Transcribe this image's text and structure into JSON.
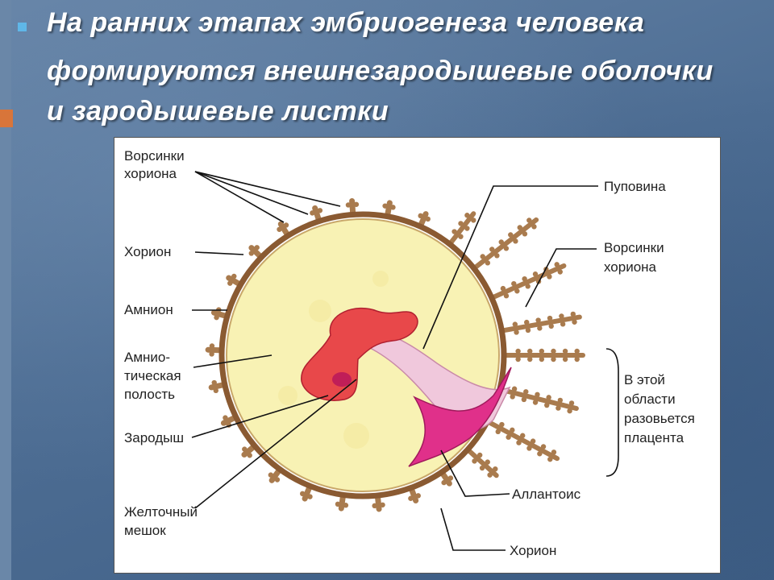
{
  "slide": {
    "title_lines": [
      "На ранних этапах эмбриогенеза человека",
      "формируются внешнезародышевые оболочки",
      "и зародышевые листки"
    ]
  },
  "diagram": {
    "labels": {
      "chorion_villi_top": [
        "Ворсинки",
        "хориона"
      ],
      "chorion_left": "Хорион",
      "amnion": "Амнион",
      "amniotic_cavity": [
        "Амнио-",
        "тическая",
        "полость"
      ],
      "embryo": "Зародыш",
      "yolk_sac": [
        "Желточный",
        "мешок"
      ],
      "umbilical_cord": "Пуповина",
      "chorion_villi_right": [
        "Ворсинки",
        "хориона"
      ],
      "placenta_area": [
        "В этой",
        "области",
        "разовьется",
        "плацента"
      ],
      "allantois": "Аллантоис",
      "chorion_bottom": "Хорион"
    },
    "colors": {
      "amniotic_fluid": "#f8f2b4",
      "chorion_ring": "#8a5a32",
      "villi": "#a97b4e",
      "embryo": "#e8484a",
      "allantois": "#e0308a",
      "umbilical": "#f0c8dc"
    }
  }
}
